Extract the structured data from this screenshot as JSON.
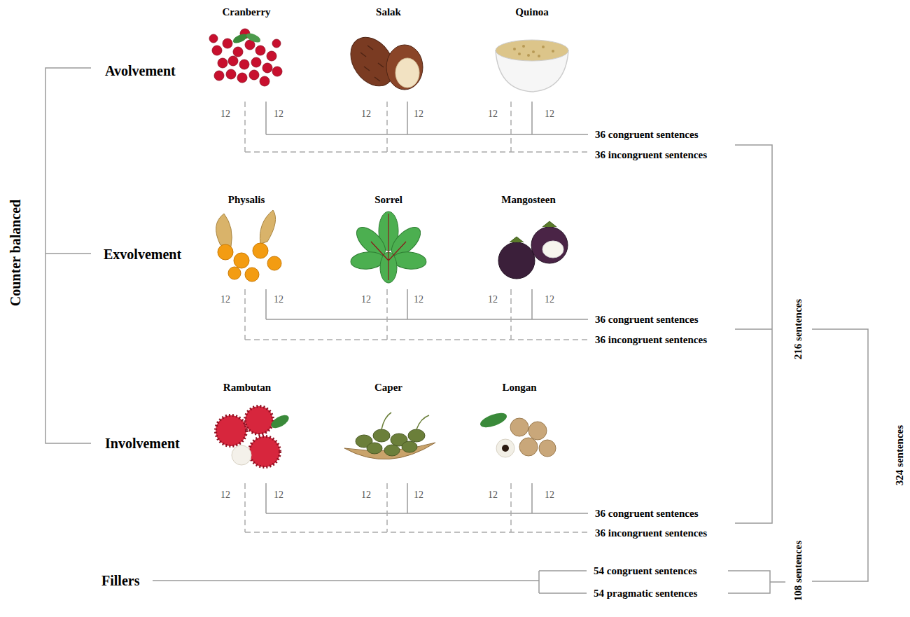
{
  "diagram": {
    "labels": [
      "Counter balanced",
      "Cranberry",
      "Salak",
      "Quinoa",
      "Avolvement",
      "12",
      "12",
      "12",
      "12",
      "12",
      "12",
      "36 congruent sentences",
      "36 incongruent sentences",
      "Physalis",
      "Sorrel",
      "Mangosteen",
      "Exvolvement",
      "12",
      "12",
      "12",
      "12",
      "12",
      "12",
      "36 congruent sentences",
      "36 incongruent sentences",
      "216 sentences",
      "324 sentences",
      "Rambutan",
      "Caper",
      "Longan",
      "Involvement",
      "12",
      "12",
      "12",
      "12",
      "12",
      "12",
      "36 congruent sentences",
      "36 incongruent sentences",
      "Fillers",
      "54 congruent sentences",
      "108 sentences",
      "54 pragmatic sentences"
    ]
  }
}
